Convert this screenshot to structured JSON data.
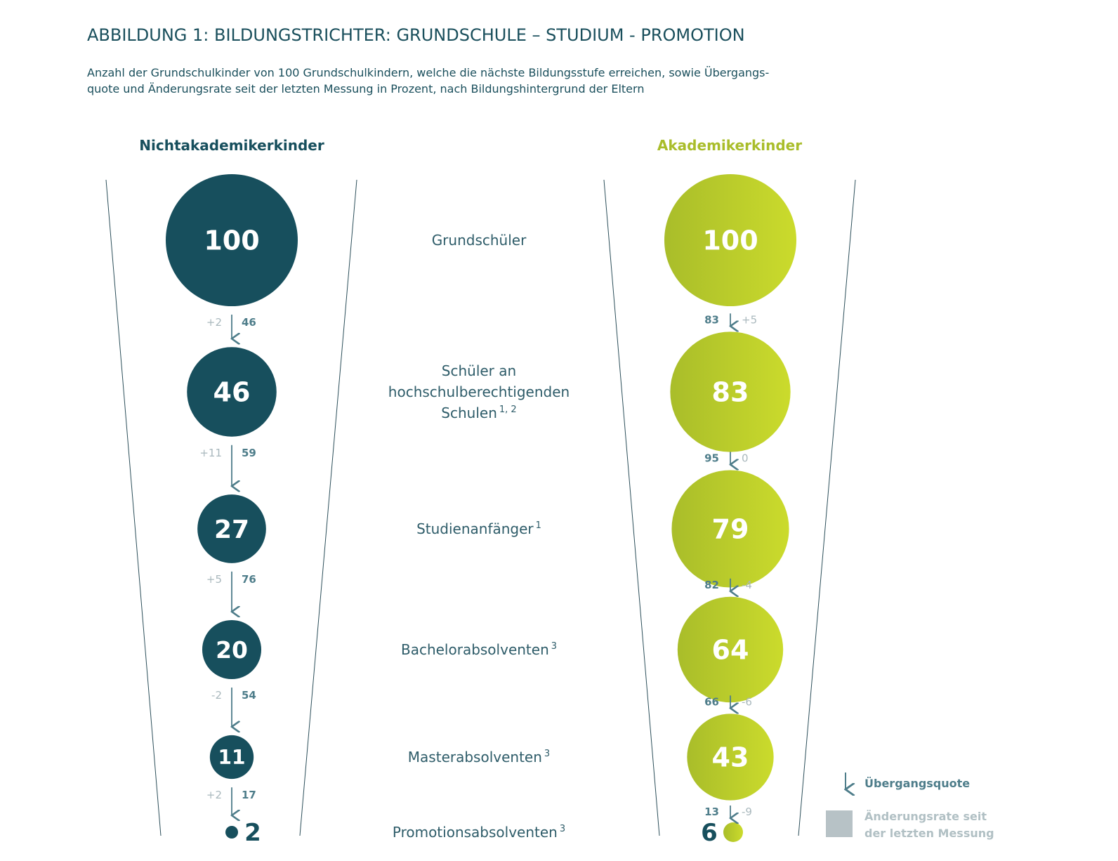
{
  "title": "ABBILDUNG 1: BILDUNGSTRICHTER: GRUNDSCHULE – STUDIUM - PROMOTION",
  "subtitle_line1": "Anzahl der Grundschulkinder von 100 Grundschulkindern, welche die nächste Bildungsstufe erreichen, sowie Übergangs-",
  "subtitle_line2": "quote und Änderungsrate seit der letzten Messung in Prozent, nach Bildungshintergrund der Eltern",
  "colors": {
    "dark_teal": "#174f5d",
    "lime_dark": "#a9bd2a",
    "lime_light": "#c9d92b",
    "gray_text": "#a9b8bd",
    "legend_box": "#b7c2c6"
  },
  "legend": {
    "arrow_label": "Übergangsquote",
    "box_label_line1": "Änderungsrate seit",
    "box_label_line2": "der letzten Messung"
  },
  "chart_data": {
    "type": "funnel-bubble",
    "stages": [
      {
        "label": [
          "Grundschüler"
        ],
        "sup": ""
      },
      {
        "label": [
          "Schüler an",
          "hochschulberechtigenden",
          "Schulen"
        ],
        "sup": "1, 2"
      },
      {
        "label": [
          "Studienanfänger"
        ],
        "sup": "1"
      },
      {
        "label": [
          "Bachelorabsolventen"
        ],
        "sup": "3"
      },
      {
        "label": [
          "Masterabsolventen"
        ],
        "sup": "3"
      },
      {
        "label": [
          "Promotionsabsolventen"
        ],
        "sup": "3"
      }
    ],
    "series": [
      {
        "name": "Nichtakademikerkinder",
        "values": [
          100,
          46,
          27,
          20,
          11,
          2
        ],
        "transition_rates": [
          46,
          59,
          76,
          54,
          17
        ],
        "change_rates": [
          "+2",
          "+11",
          "+5",
          "-2",
          "+2"
        ]
      },
      {
        "name": "Akademikerkinder",
        "values": [
          100,
          83,
          79,
          64,
          43,
          6
        ],
        "transition_rates": [
          83,
          95,
          82,
          66,
          13
        ],
        "change_rates": [
          "+5",
          "0",
          "-4",
          "-6",
          "-9"
        ]
      }
    ]
  }
}
